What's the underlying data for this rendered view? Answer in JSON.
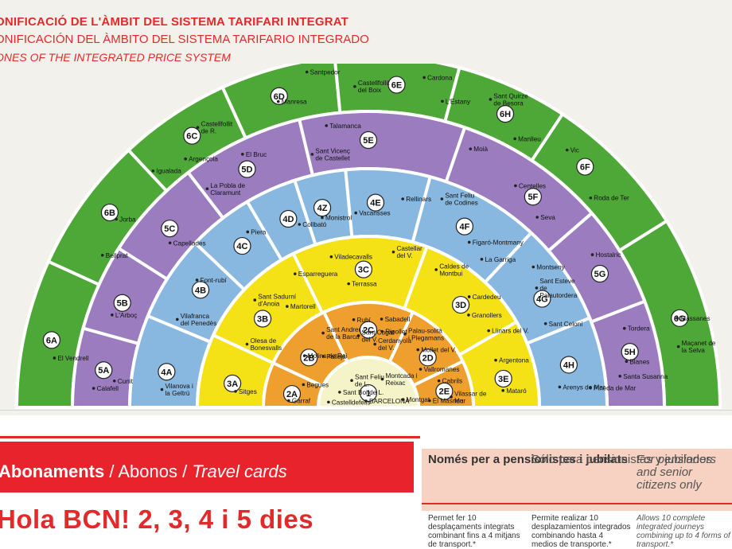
{
  "header": {
    "catalan": "ONIFICACIÓ DE L'ÀMBIT DEL SISTEMA TARIFARI INTEGRAT",
    "spanish": "ONIFICACIÓN DEL ÀMBITO DEL SISTEMA TARIFARIO INTEGRADO",
    "english": "ONES OF THE INTEGRATED PRICE SYSTEM"
  },
  "colors": {
    "zone1": "#f4f4c8",
    "zone2": "#ef9f2e",
    "zone3": "#f4e216",
    "zone4": "#88b7e0",
    "zone5": "#9a7cbf",
    "zone6": "#4ea838",
    "accent_red": "#e32a2a"
  },
  "map": {
    "rings": [
      {
        "zone": "1",
        "sectors": [
          {
            "label": "1",
            "angle": 90,
            "places": [
              {
                "name": "Sant Feliu de L.",
                "a": 118,
                "t": 0.55
              },
              {
                "name": "Montcada i Reixac",
                "a": 60,
                "t": 0.6
              },
              {
                "name": "Sant Boi de L.",
                "a": 150,
                "t": 0.55
              },
              {
                "name": "Castelldefells",
                "a": 172,
                "t": 0.72
              },
              {
                "name": "BARCELONA",
                "a": 90,
                "t": -0.2
              },
              {
                "name": "Montgat",
                "a": 12,
                "t": 0.72
              }
            ]
          }
        ]
      },
      {
        "zone": "2",
        "sectors": [
          {
            "label": "2A",
            "angle": 170,
            "places": [
              {
                "name": "Garraf",
                "a": 175,
                "t": 0.5
              },
              {
                "name": "Begues",
                "a": 160,
                "t": 0.3
              }
            ]
          },
          {
            "label": "2B",
            "angle": 140,
            "places": [
              {
                "name": "Molins de Rei",
                "a": 140,
                "t": 0.55
              },
              {
                "name": "Sant Andreu de la Barca",
                "a": 120,
                "t": 0.65
              },
              {
                "name": "Pallejà",
                "a": 130,
                "t": 0.3
              }
            ]
          },
          {
            "label": "2C",
            "angle": 90,
            "places": [
              {
                "name": "Rubí",
                "a": 98,
                "t": 0.7
              },
              {
                "name": "Sabadell",
                "a": 80,
                "t": 0.72
              },
              {
                "name": "Sant Cugat del V.",
                "a": 96,
                "t": 0.4
              },
              {
                "name": "Ripollet",
                "a": 78,
                "t": 0.5
              },
              {
                "name": "Cerdanyola del V.",
                "a": 82,
                "t": 0.25
              }
            ]
          },
          {
            "label": "2D",
            "angle": 40,
            "places": [
              {
                "name": "Palau-solità i Plegamans",
                "a": 62,
                "t": 0.6
              },
              {
                "name": "Mollet del V.",
                "a": 48,
                "t": 0.5
              },
              {
                "name": "Vallromanes",
                "a": 35,
                "t": 0.3
              }
            ]
          },
          {
            "label": "2E",
            "angle": 12,
            "places": [
              {
                "name": "Cabrils",
                "a": 20,
                "t": 0.5
              },
              {
                "name": "El Masnou",
                "a": 6,
                "t": 0.25
              },
              {
                "name": "Vilassar de Mar",
                "a": 7,
                "t": 0.65
              }
            ]
          }
        ]
      },
      {
        "zone": "3",
        "sectors": [
          {
            "label": "3A",
            "angle": 170,
            "places": [
              {
                "name": "Sitges",
                "a": 173,
                "t": 0.4
              }
            ]
          },
          {
            "label": "3B",
            "angle": 140,
            "places": [
              {
                "name": "Sant Sadurní d'Anoia",
                "a": 136,
                "t": 0.75
              },
              {
                "name": "Martorell",
                "a": 128,
                "t": 0.35
              },
              {
                "name": "Esparreguera",
                "a": 118,
                "t": 0.7
              },
              {
                "name": "Olesa de Bonesvalls",
                "a": 152,
                "t": 0.45
              }
            ]
          },
          {
            "label": "3C",
            "angle": 92,
            "places": [
              {
                "name": "Viladecavalls",
                "a": 103,
                "t": 0.75
              },
              {
                "name": "Castellar del V.",
                "a": 80,
                "t": 0.8
              },
              {
                "name": "Terrassa",
                "a": 98,
                "t": 0.3
              }
            ]
          },
          {
            "label": "3D",
            "angle": 48,
            "places": [
              {
                "name": "Caldes de Montbui",
                "a": 63,
                "t": 0.75
              },
              {
                "name": "Cardedeu",
                "a": 47,
                "t": 0.7
              },
              {
                "name": "Granollers",
                "a": 42,
                "t": 0.5
              },
              {
                "name": "Llinars del V.",
                "a": 32,
                "t": 0.6
              }
            ]
          },
          {
            "label": "3E",
            "angle": 12,
            "places": [
              {
                "name": "Argentona",
                "a": 20,
                "t": 0.5
              },
              {
                "name": "Mataró",
                "a": 7,
                "t": 0.5
              }
            ]
          }
        ]
      },
      {
        "zone": "4",
        "sectors": [
          {
            "label": "4A",
            "angle": 170,
            "places": [
              {
                "name": "Vilanova i la Geltrú",
                "a": 175,
                "t": 0.5
              }
            ]
          },
          {
            "label": "4B",
            "angle": 145,
            "places": [
              {
                "name": "Font-rubí",
                "a": 143,
                "t": 0.6
              },
              {
                "name": "Vilafranca del Penedès",
                "a": 155,
                "t": 0.55
              }
            ]
          },
          {
            "label": "4C",
            "angle": 128,
            "places": [
              {
                "name": "Piera",
                "a": 124,
                "t": 0.6
              }
            ]
          },
          {
            "label": "4D",
            "angle": 113,
            "places": [
              {
                "name": "Collbató",
                "a": 110,
                "t": 0.35
              }
            ]
          },
          {
            "label": "4Z",
            "angle": 103,
            "places": [
              {
                "name": "Monistrol",
                "a": 103,
                "t": 0.35
              }
            ]
          },
          {
            "label": "4E",
            "angle": 88,
            "places": [
              {
                "name": "Vacarisses",
                "a": 93,
                "t": 0.35
              },
              {
                "name": "Rellinars",
                "a": 80,
                "t": 0.6
              }
            ]
          },
          {
            "label": "4F",
            "angle": 62,
            "places": [
              {
                "name": "Sant Feliu de Codines",
                "a": 70,
                "t": 0.75
              },
              {
                "name": "Figaró-Montmany",
                "a": 58,
                "t": 0.35
              },
              {
                "name": "La Garriga",
                "a": 52,
                "t": 0.25
              }
            ]
          },
          {
            "label": "4G",
            "angle": 32,
            "places": [
              {
                "name": "Montseny",
                "a": 40,
                "t": 0.7
              },
              {
                "name": "Sant Esteve de Palautordera",
                "a": 35,
                "t": 0.55
              },
              {
                "name": "Sant Celoní",
                "a": 25,
                "t": 0.4
              }
            ]
          },
          {
            "label": "4H",
            "angle": 12,
            "places": [
              {
                "name": "Arenys de Mar",
                "a": 6,
                "t": 0.35
              },
              {
                "name": "Pineda de Mar",
                "a": 5,
                "t": 0.8
              }
            ]
          }
        ]
      },
      {
        "zone": "5",
        "sectors": [
          {
            "label": "5A",
            "angle": 172,
            "places": [
              {
                "name": "Calafell",
                "a": 176,
                "t": 0.6
              },
              {
                "name": "Cunit",
                "a": 174,
                "t": 0.25
              }
            ]
          },
          {
            "label": "5B",
            "angle": 157,
            "places": [
              {
                "name": "L'Arboç",
                "a": 160,
                "t": 0.55
              }
            ]
          },
          {
            "label": "5C",
            "angle": 138,
            "places": [
              {
                "name": "Capellades",
                "a": 140,
                "t": 0.3
              },
              {
                "name": "La Pobla de Claramunt",
                "a": 126,
                "t": 0.55
              }
            ]
          },
          {
            "label": "5D",
            "angle": 117,
            "places": [
              {
                "name": "El Bruc",
                "a": 116,
                "t": 0.75
              }
            ]
          },
          {
            "label": "5E",
            "angle": 90,
            "places": [
              {
                "name": "Talamanca",
                "a": 98,
                "t": 0.8
              },
              {
                "name": "Sant Vicenç de Castellet",
                "a": 102,
                "t": 0.35
              }
            ]
          },
          {
            "label": "5F",
            "angle": 52,
            "places": [
              {
                "name": "Moià",
                "a": 68,
                "t": 0.7
              },
              {
                "name": "Centelles",
                "a": 56,
                "t": 0.5
              },
              {
                "name": "Seva",
                "a": 48,
                "t": 0.3
              }
            ]
          },
          {
            "label": "5G",
            "angle": 30,
            "places": [
              {
                "name": "Hostalric",
                "a": 34,
                "t": 0.6
              }
            ]
          },
          {
            "label": "5H",
            "angle": 12,
            "places": [
              {
                "name": "Tordera",
                "a": 17,
                "t": 0.55
              },
              {
                "name": "Blanes",
                "a": 10,
                "t": 0.45
              },
              {
                "name": "Santa Susanna",
                "a": 7,
                "t": 0.3
              }
            ]
          }
        ]
      },
      {
        "zone": "6",
        "sectors": [
          {
            "label": "6A",
            "angle": 168,
            "places": [
              {
                "name": "El Vendrell",
                "a": 171,
                "t": 0.35
              }
            ]
          },
          {
            "label": "6B",
            "angle": 143,
            "places": [
              {
                "name": "Igualada",
                "a": 132,
                "t": 0.4
              },
              {
                "name": "Jorba",
                "a": 143,
                "t": 0.3
              },
              {
                "name": "Bellprat",
                "a": 150,
                "t": 0.15
              }
            ]
          },
          {
            "label": "6C",
            "angle": 123,
            "places": [
              {
                "name": "Castellfollit de R.",
                "a": 121,
                "t": 0.55
              },
              {
                "name": "Argençola",
                "a": 126,
                "t": 0.2
              }
            ]
          },
          {
            "label": "6D",
            "angle": 106,
            "places": [
              {
                "name": "Santpedor",
                "a": 100,
                "t": 0.8
              },
              {
                "name": "Manresa",
                "a": 106,
                "t": 0.4
              }
            ]
          },
          {
            "label": "6E",
            "angle": 85,
            "places": [
              {
                "name": "Castellfollit del Boix",
                "a": 92,
                "t": 0.45
              },
              {
                "name": "Cardona",
                "a": 80,
                "t": 0.7
              },
              {
                "name": "L'Estany",
                "a": 76,
                "t": 0.35
              }
            ]
          },
          {
            "label": "6H",
            "angle": 65,
            "places": [
              {
                "name": "Sant Quirze de Besora",
                "a": 68,
                "t": 0.65
              },
              {
                "name": "Manlleu",
                "a": 61,
                "t": 0.2
              }
            ]
          },
          {
            "label": "6F",
            "angle": 48,
            "places": [
              {
                "name": "Vic",
                "a": 52,
                "t": 0.55
              },
              {
                "name": "Roda de Ter",
                "a": 43,
                "t": 0.2
              }
            ]
          },
          {
            "label": "6G",
            "angle": 16,
            "places": [
              {
                "name": "Massanes",
                "a": 16,
                "t": 0.5
              },
              {
                "name": "Maçanet de la Selva",
                "a": 11,
                "t": 0.4
              }
            ]
          }
        ]
      }
    ]
  },
  "footer": {
    "cards_title_ca": "Abonaments",
    "cards_sep1": " / ",
    "cards_title_es": "Abonos",
    "cards_sep2": " / ",
    "cards_title_en": "Travel cards",
    "hola_bcn": "Hola BCN! 2, 3, 4 i 5 dies",
    "pensioners": {
      "ca_title": "Només per a pensionistes i jubilats",
      "es_title": "Sólo para pensionistas y jubilados",
      "en_title": "For pensioners and senior citizens only",
      "ca_text": "Permet fer 10 desplaçaments integrats combinant fins a 4 mitjans de transport.*",
      "es_text": "Permite realizar 10 desplazamientos integrados combinando hasta 4 medios de transporte.*",
      "en_text": "Allows 10 complete integrated journeys combining up to 4 forms of transport.*"
    }
  }
}
